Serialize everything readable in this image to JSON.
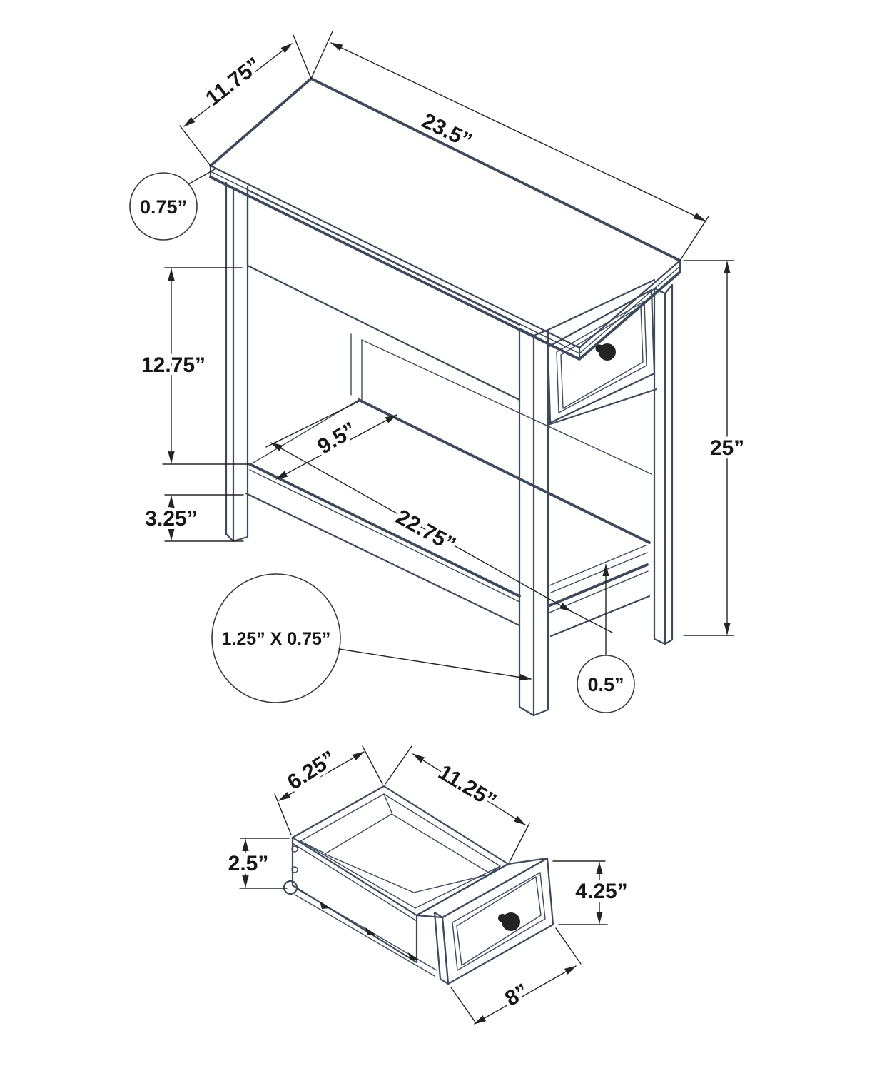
{
  "figure": {
    "type": "technical-drawing",
    "background": "#ffffff",
    "colors": {
      "structure_line": "#3e4a5c",
      "dimension_line": "#232323",
      "label_text": "#161616"
    },
    "assembled_table": {
      "name": "assembled side table with drawer",
      "dimensions": {
        "top_width": "11.75”",
        "top_length": "23.5”",
        "top_thickness": "0.75”",
        "apron_to_shelf_height": "12.75”",
        "shelf_to_floor_height": "3.25”",
        "shelf_depth": "9.5”",
        "shelf_length": "22.75”",
        "overall_height": "25”",
        "leg_cross_section": "1.25” X 0.75”",
        "shelf_thickness": "0.5”"
      }
    },
    "drawer_detail": {
      "name": "pulled-out drawer with slide rail",
      "dimensions": {
        "inner_width": "6.25”",
        "inner_length": "11.25”",
        "side_height": "2.5”",
        "front_height": "4.25”",
        "front_width": "8”"
      }
    }
  }
}
